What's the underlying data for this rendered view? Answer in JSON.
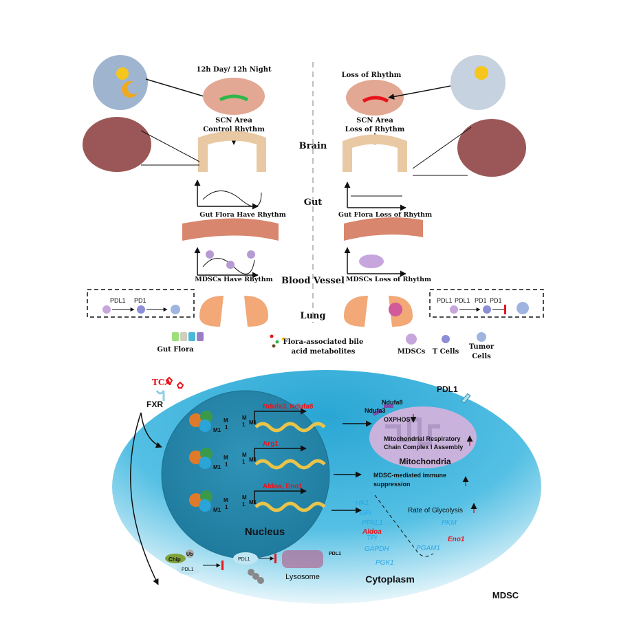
{
  "colors": {
    "cell": "#3bb4de",
    "nucleus": "#2a8db0",
    "mitochondria": "#c9b3dc",
    "red": "#e8141c",
    "gene_blue": "#29a8e8",
    "brain": "#e3a894",
    "gut": "#e9c9a3",
    "lung": "#f2a877"
  },
  "top": {
    "left": {
      "title": "12h Day/ 12h Night",
      "scn": [
        "SCN Area",
        "Control Rhythm"
      ],
      "gut_flora": "Gut Flora Have Rhythm",
      "mdscs": "MDSCs Have Rhythm",
      "pd": [
        "PDL1",
        "PD1"
      ]
    },
    "right": {
      "title": "Loss of Rhythm",
      "scn": [
        "SCN Area",
        "Loss of Rhythm"
      ],
      "gut_flora": "Gut Flora Loss of Rhythm",
      "mdscs": "MDSCs Loss of Rhythm",
      "pd": [
        "PDL1",
        "PDL1",
        "PD1",
        "PD1"
      ]
    },
    "organs": [
      "Brain",
      "Gut",
      "Blood Vessel",
      "Lung"
    ]
  },
  "legend": {
    "gut_flora": "Gut Flora",
    "metabolites": [
      "Flora-associated bile",
      "acid metabolites"
    ],
    "mdscs": "MDSCs",
    "t_cells": "T Cells",
    "tumor": [
      "Tumor",
      "Cells"
    ]
  },
  "cell": {
    "tca": "TCA",
    "fxr": "FXR",
    "pdl1_membrane": "PDL1",
    "genes": [
      "Ndufa3, Ndufa8",
      "Arg1",
      "Aldoa, Eno1"
    ],
    "m_labels": [
      "M",
      "M",
      "M1",
      "M1",
      "1",
      "1"
    ],
    "nucleus": "Nucleus",
    "mito": {
      "ndufa8": "Ndufa8",
      "ndufa3": "Ndufa3",
      "oxphos": "OXPHOS",
      "assembly": [
        "Mitochondrial Respiratory",
        "Chain Complex I Assembly"
      ],
      "label": "Mitochondria"
    },
    "immune": [
      "MDSC-mediated immune",
      "suppression"
    ],
    "glycolysis": "Rate of Glycolysis",
    "enzymes_blue": [
      "HK1",
      "GPi",
      "PFKL1",
      "TPi",
      "GAPDH",
      "PGK1",
      "PGAM1",
      "PKM"
    ],
    "enzymes_red": [
      "Aldoa",
      "Eno1"
    ],
    "chip": "Chip",
    "ub": "Ub",
    "pdl1": "PDL1",
    "lysosome": "Lysosome",
    "cytoplasm": "Cytoplasm",
    "mdsc": "MDSC"
  }
}
